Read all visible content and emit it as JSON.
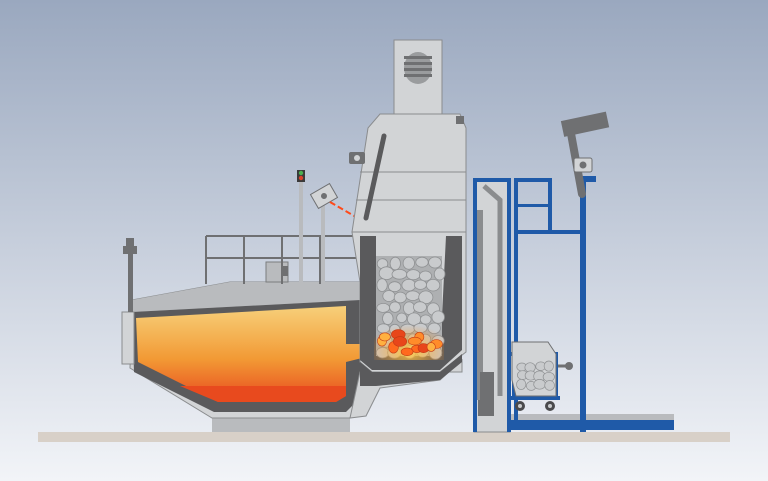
{
  "diagram": {
    "kind": "industrial furnace cross-section with scrap charging shaft and bucket lift",
    "colors": {
      "sky_top": "#9aa8bf",
      "sky_bottom": "#f2f4f8",
      "ground": "#d8d0c8",
      "steel_light": "#d2d4d6",
      "steel_mid": "#b9bbbe",
      "steel_dark": "#6f7072",
      "refractory": "#5a5a5c",
      "melt_top": "#f7d07a",
      "melt_mid": "#f29a35",
      "melt_bottom": "#e84a1e",
      "laser": "#ff4a1a",
      "frame_blue": "#1f5aa8",
      "scrap": "#c9cbcd",
      "signal_green": "#4caf50",
      "signal_red": "#d9412b"
    },
    "parts": [
      "exhaust-fan-housing",
      "charging-shaft",
      "scrap-column",
      "melting-hearth",
      "molten-bath",
      "laser-level-sensor",
      "signal-lamp-mast",
      "service-railing",
      "bucket-lift-frame",
      "scrap-bucket",
      "tilting-cylinder",
      "camera-sensor"
    ]
  }
}
